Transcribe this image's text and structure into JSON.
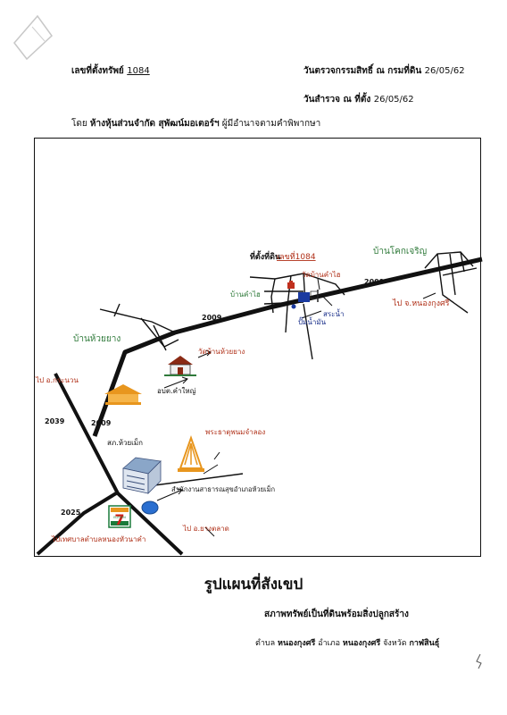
{
  "header": {
    "asset_label": "เลขที่ตั้งทรัพย์",
    "asset_no": "1084",
    "land_check_label": "วันตรวจกรรมสิทธิ์ ณ กรมที่ดิน",
    "land_check_date": "26/05/62",
    "survey_label": "วันสำรวจ ณ ที่ตั้ง",
    "survey_date": "26/05/62",
    "by_prefix": "โดย",
    "company": "ห้างหุ้นส่วนจำกัด สุพัฒน์มอเตอร์ฯ",
    "authority": "ผู้มีอำนาจตามคำพิพากษา"
  },
  "map": {
    "site_label": "ที่ตั้งที่ดิน",
    "site_no": "เลขที่1084",
    "places": {
      "ban_khok_charoen": "บ้านโคกเจริญ",
      "wat_ban_kham_sai": "วัดบ้านคำไฮ",
      "ban_kham_sai": "บ้านคำไฮ",
      "pond": "สระน้ำ",
      "gas_station": "ปั๊มน้ำมัน",
      "to_nong_kung_si": "ไป จ.หนองกุงศรี",
      "ban_huai_yang": "บ้านห้วยยาง",
      "wat_ban_huai_yang": "วัดบ้านห้วยยาง",
      "to_kranuan": "ไป อ.กระนวน",
      "obt_kham_yai": "อบต.คำใหญ่",
      "phra_that": "พระธาตุพนมจำลอง",
      "police_station": "สภ.ห้วยเม็ก",
      "health_office": "สำนักงานสาธารณสุขอำเภอห้วยเม็ก",
      "to_yang_talat": "ไป อ.ยางตลาด",
      "to_nong_hua_kham": "ไปเทศบาลตำบลหนองหัวนาคำ"
    },
    "roads": {
      "r2009_east": "2009",
      "r2009_mid": "2009",
      "r2009_west": "2009",
      "r2039": "2039",
      "r2025": "2025"
    },
    "seven_eleven": "7",
    "seven_eleven_sub": "ELEVEN"
  },
  "footer": {
    "title": "รูปแผนที่สังเขป",
    "condition": "สภาพทรัพย์เป็นที่ดินพร้อมสิ่งปลูกสร้าง",
    "tambon_label": "ตำบล",
    "tambon": "หนองกุงศรี",
    "amphoe_label": "อำเภอ",
    "amphoe": "หนองกุงศรี",
    "province_label": "จังหวัด",
    "province": "กาฬสินธุ์"
  },
  "colors": {
    "road": "#111111",
    "red_label": "#b03018",
    "green_label": "#2f7a3a",
    "blue_label": "#1a2f8a",
    "orange_icon": "#e8961e"
  }
}
